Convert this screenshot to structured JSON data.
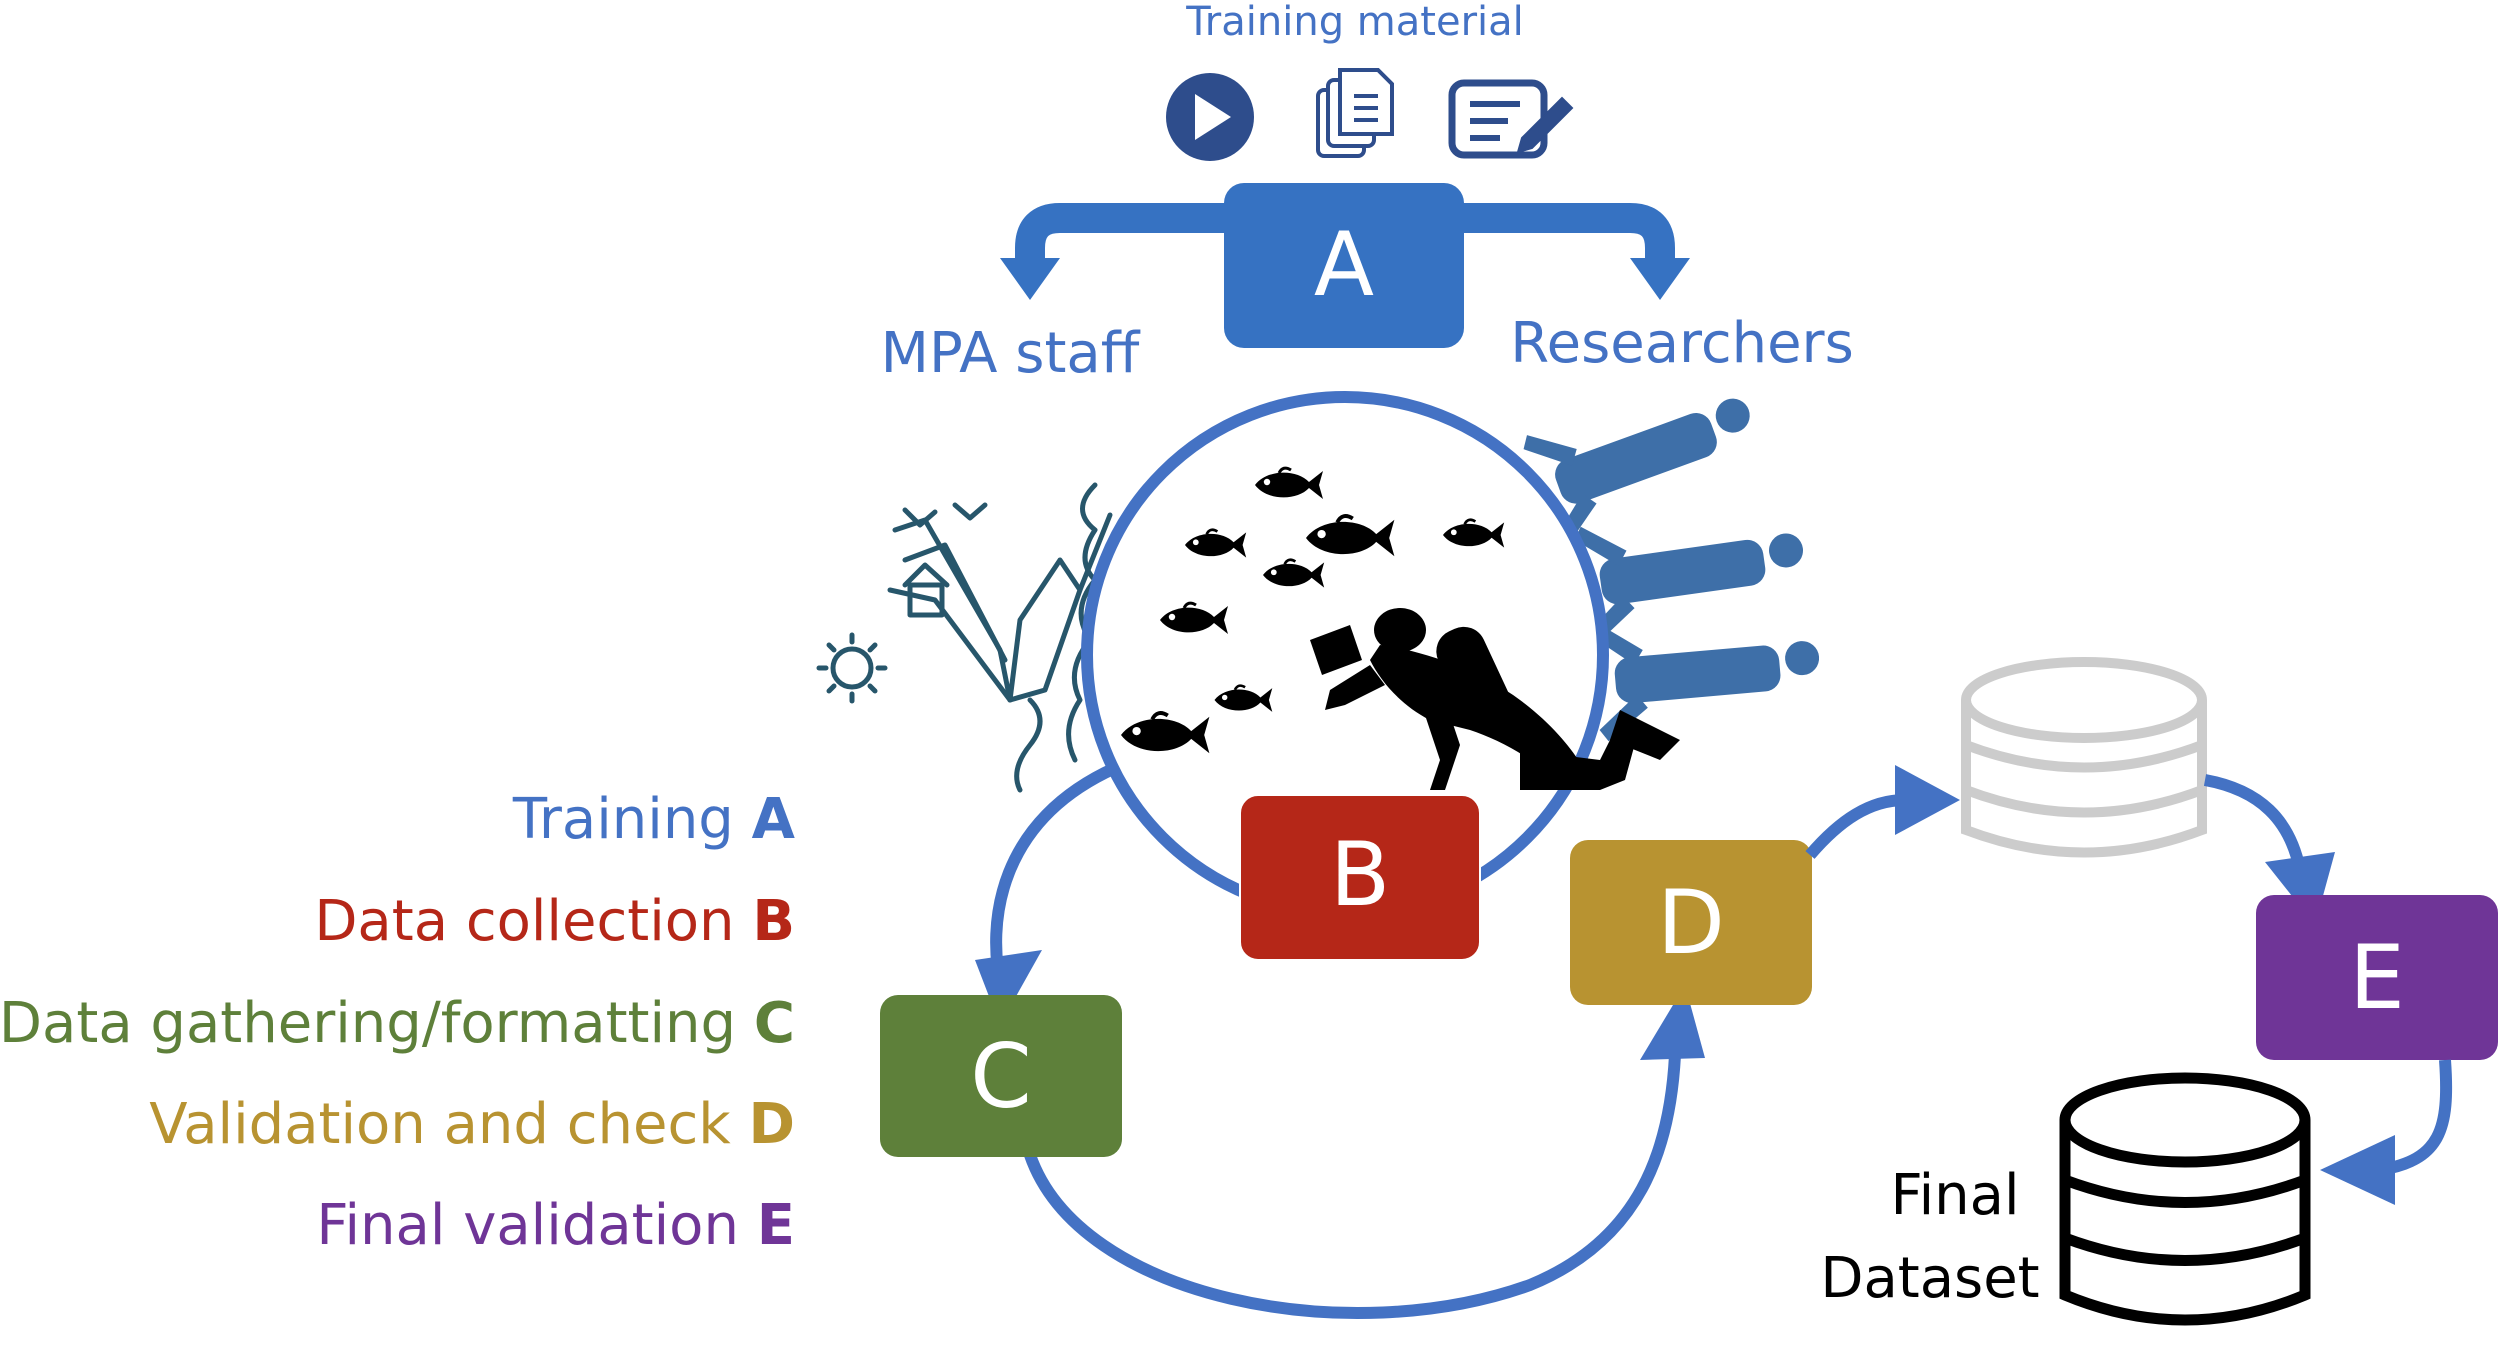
{
  "colors": {
    "flow_blue": "#4472c4",
    "box_a": "#3672c2",
    "box_b": "#b52718",
    "box_c": "#5e803a",
    "box_d": "#b89331",
    "box_e": "#6f3597",
    "db_gray": "#cccccc",
    "people_blue": "#3e6fa8",
    "dark_navy": "#2e4d8c",
    "lighthouse": "#27566b"
  },
  "top": {
    "training_material": "Training material",
    "icons": [
      "play-icon",
      "documents-icon",
      "form-edit-icon"
    ]
  },
  "nodes": {
    "a": "A",
    "b": "B",
    "c": "C",
    "d": "D",
    "e": "E"
  },
  "audiences": {
    "mpa_staff": "MPA staff",
    "researchers": "Researchers"
  },
  "legend": [
    {
      "text": "Training ",
      "letter": "A",
      "color": "#4472c4"
    },
    {
      "text": "Data collection ",
      "letter": "B",
      "color": "#b52718"
    },
    {
      "text": "Data gathering/formatting ",
      "letter": "C",
      "color": "#5e803a"
    },
    {
      "text": "Validation and check ",
      "letter": "D",
      "color": "#b89331"
    },
    {
      "text": "Final validation ",
      "letter": "E",
      "color": "#6f3597"
    }
  ],
  "final_dataset": {
    "line1": "Final",
    "line2": "Dataset"
  },
  "illustrations": [
    "lighthouse-icon",
    "sun-icon",
    "fish-icon",
    "diver-icon",
    "person-icon",
    "database-icon"
  ]
}
